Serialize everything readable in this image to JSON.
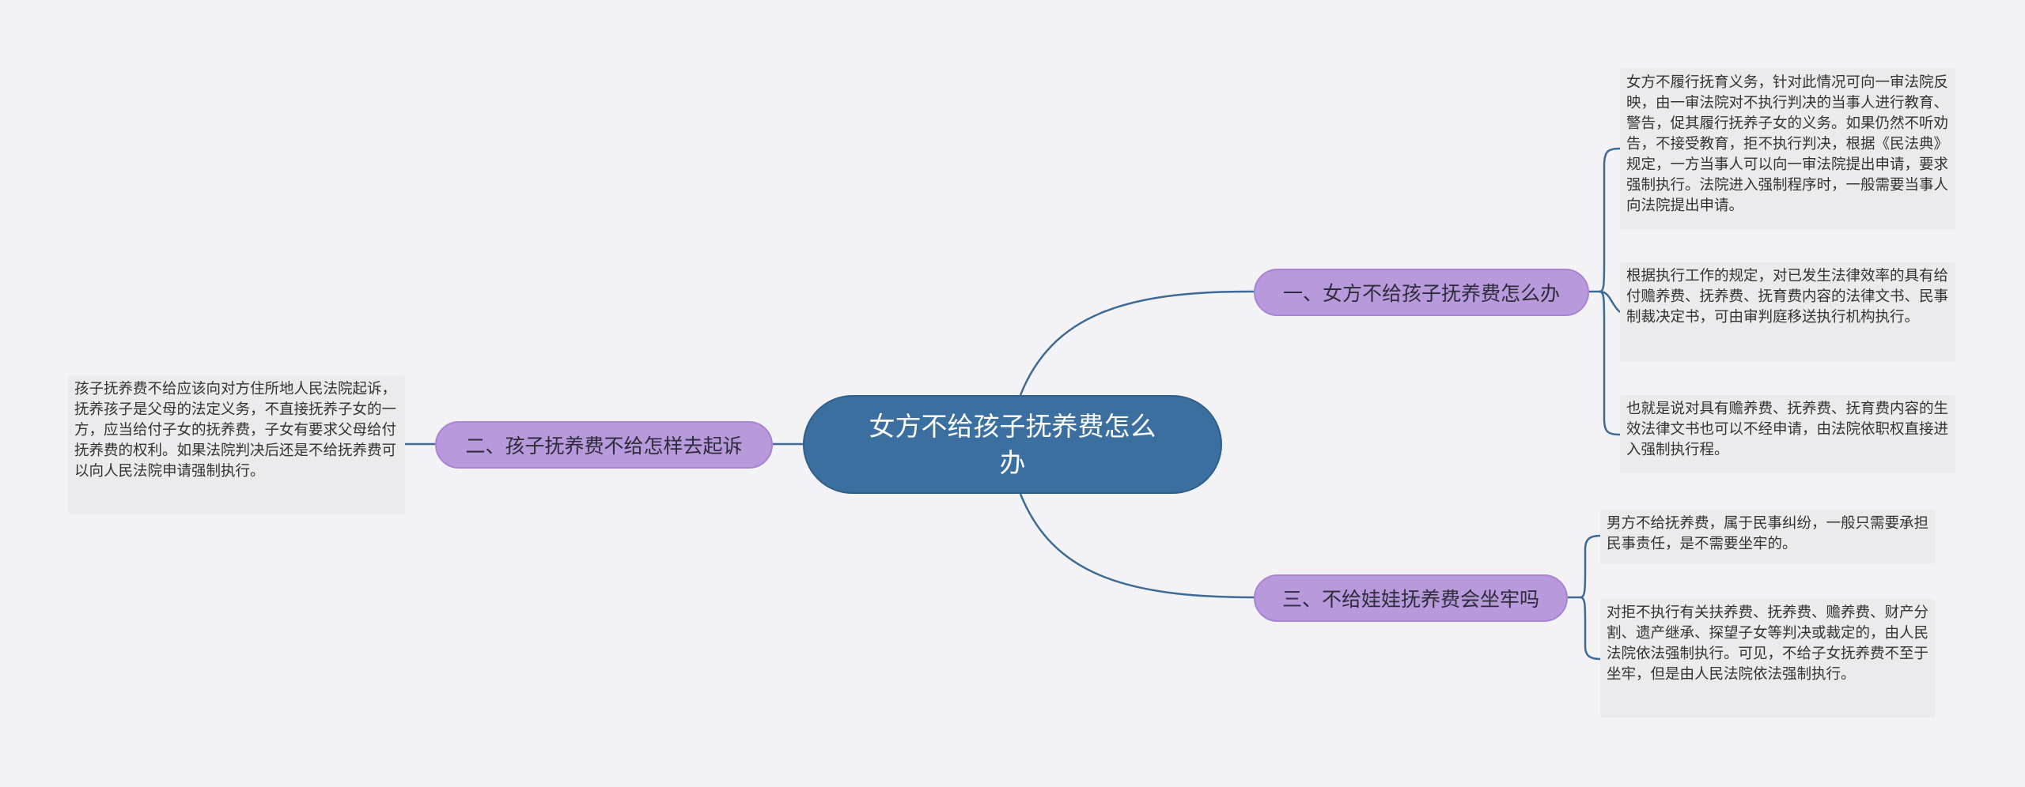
{
  "root": {
    "title": "女方不给孩子抚养费怎么办"
  },
  "branches": [
    {
      "label": "一、女方不给孩子抚养费怎么办",
      "leaves": [
        "女方不履行抚育义务，针对此情况可向一审法院反映，由一审法院对不执行判决的当事人进行教育、警告，促其履行抚养子女的义务。如果仍然不听劝告，不接受教育，拒不执行判决，根据《民法典》规定，一方当事人可以向一审法院提出申请，要求强制执行。法院进入强制程序时，一般需要当事人向法院提出申请。",
        "根据执行工作的规定，对已发生法律效率的具有给付赡养费、抚养费、抚育费内容的法律文书、民事制裁决定书，可由审判庭移送执行机构执行。",
        "也就是说对具有赡养费、抚养费、抚育费内容的生效法律文书也可以不经申请，由法院依职权直接进入强制执行程。"
      ]
    },
    {
      "label": "二、孩子抚养费不给怎样去起诉",
      "leaves": [
        "孩子抚养费不给应该向对方住所地人民法院起诉，抚养孩子是父母的法定义务，不直接抚养子女的一方，应当给付子女的抚养费，子女有要求父母给付抚养费的权利。如果法院判决后还是不给抚养费可以向人民法院申请强制执行。"
      ]
    },
    {
      "label": "三、不给娃娃抚养费会坐牢吗",
      "leaves": [
        "男方不给抚养费，属于民事纠纷，一般只需要承担民事责任，是不需要坐牢的。",
        "对拒不执行有关扶养费、抚养费、赡养费、财产分割、遗产继承、探望子女等判决或裁定的，由人民法院依法强制执行。可见，不给子女抚养费不至于坐牢，但是由人民法院依法强制执行。"
      ]
    }
  ],
  "colors": {
    "background": "#f3f3f5",
    "root_fill": "#3a6f9f",
    "branch_fill": "#b899dc",
    "leaf_fill": "#ebebee",
    "connector": "#3d6b95"
  }
}
